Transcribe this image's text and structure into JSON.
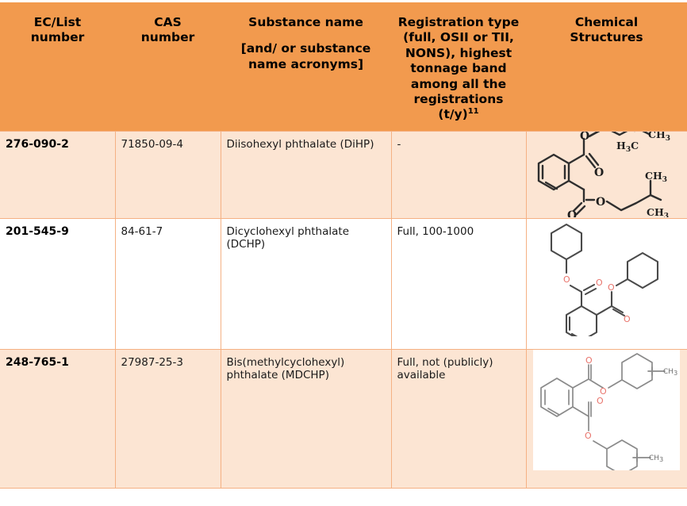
{
  "table": {
    "headers": [
      {
        "id": "ec-list-number",
        "line1": "EC/List",
        "line2": "number"
      },
      {
        "id": "cas-number",
        "line1": "CAS",
        "line2": "number"
      },
      {
        "id": "substance-name",
        "line1": "Substance name",
        "line2": "[and/ or substance name acronyms]"
      },
      {
        "id": "registration-type",
        "line1": "Registration type (full, OSII or TII, NONS), highest tonnage band among all the registrations (t/y)",
        "footnote": "11"
      },
      {
        "id": "chemical-structures",
        "line1": "Chemical",
        "line2": "Structures"
      }
    ],
    "rows": [
      {
        "ec_number": "276-090-2",
        "cas_number": "71850-09-4",
        "substance_name": "Diisohexyl phthalate (DiHP)",
        "registration": "-",
        "structure_name": "diisohexyl-phthalate-structure"
      },
      {
        "ec_number": "201-545-9",
        "cas_number": "84-61-7",
        "substance_name": "Dicyclohexyl phthalate (DCHP)",
        "registration": "Full, 100-1000",
        "structure_name": "dicyclohexyl-phthalate-structure"
      },
      {
        "ec_number": "248-765-1",
        "cas_number": "27987-25-3",
        "substance_name": "Bis(methylcyclohexyl) phthalate (MDCHP)",
        "registration": "Full, not (publicly) available",
        "structure_name": "bis-methylcyclohexyl-phthalate-structure"
      }
    ]
  },
  "colors": {
    "header_bg": "#F29A4E",
    "row_shade_bg": "#FCE5D3",
    "row_plain_bg": "#FFFFFF",
    "grid_line": "#F5B183",
    "oxygen_red": "#E8736B",
    "bond_grey": "#4A4A4A"
  }
}
